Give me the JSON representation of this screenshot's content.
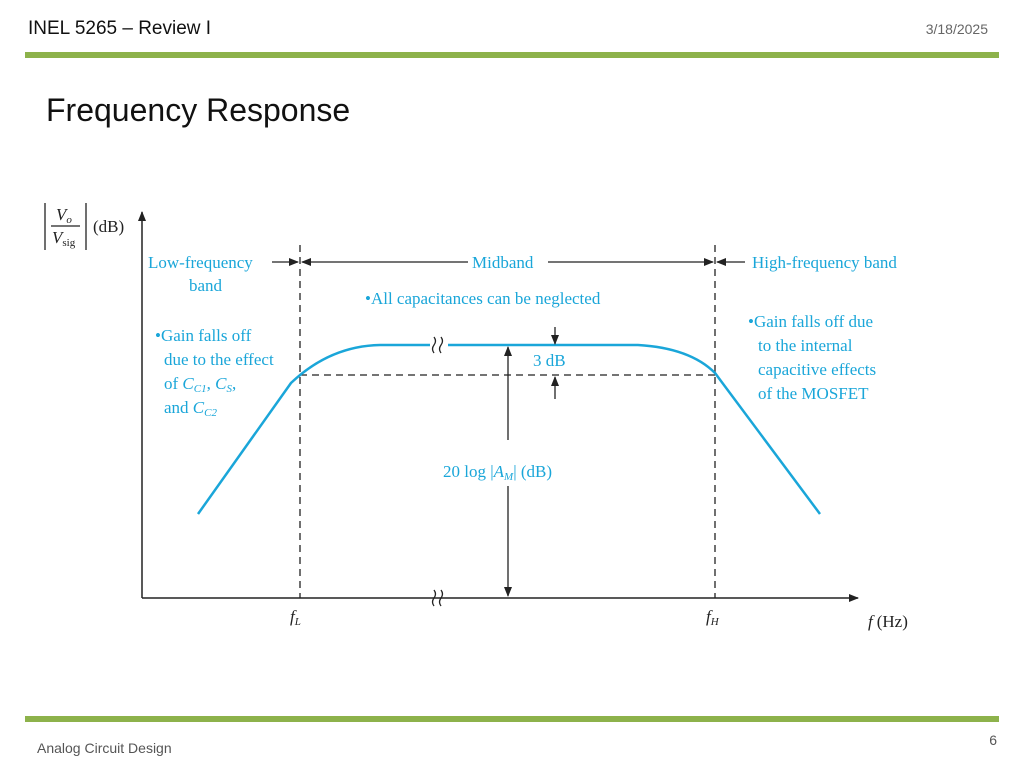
{
  "header": {
    "title": "INEL 5265 – Review I",
    "date": "3/18/2025"
  },
  "slide": {
    "title": "Frequency Response"
  },
  "footer": {
    "course": "Analog Circuit Design",
    "page": "6"
  },
  "colors": {
    "accent": "#8db24b",
    "curve": "#1aa6d9",
    "ink": "#222222"
  },
  "diagram": {
    "yaxis": {
      "numerator": "V",
      "numerator_sub": "o",
      "denominator": "V",
      "denominator_sub": "sig",
      "unit": "(dB)"
    },
    "xaxis": {
      "label": "f",
      "unit": "(Hz)"
    },
    "ticks": {
      "fL": "f",
      "fL_sub": "L",
      "fH": "f",
      "fH_sub": "H"
    },
    "bands": {
      "low_line1": "Low-frequency",
      "low_line2": "band",
      "mid": "Midband",
      "high": "High-frequency band"
    },
    "notes": {
      "mid": "•All capacitances can be neglected",
      "low_line1": "•Gain falls off",
      "low_line2": "due to the effect",
      "low_of": "of ",
      "low_c": "C",
      "low_c1_sub": "C1",
      "low_comma1": ", ",
      "low_cs_sub": "S",
      "low_comma2": ",",
      "low_and": "and ",
      "low_c2_sub": "C2",
      "high_line1": "•Gain falls off due",
      "high_line2": "to the internal",
      "high_line3": "capacitive effects",
      "high_line4": "of the MOSFET"
    },
    "db3": "3 dB",
    "gain": {
      "prefix": "20 log |",
      "A": "A",
      "A_sub": "M",
      "suffix": "| (dB)"
    }
  }
}
